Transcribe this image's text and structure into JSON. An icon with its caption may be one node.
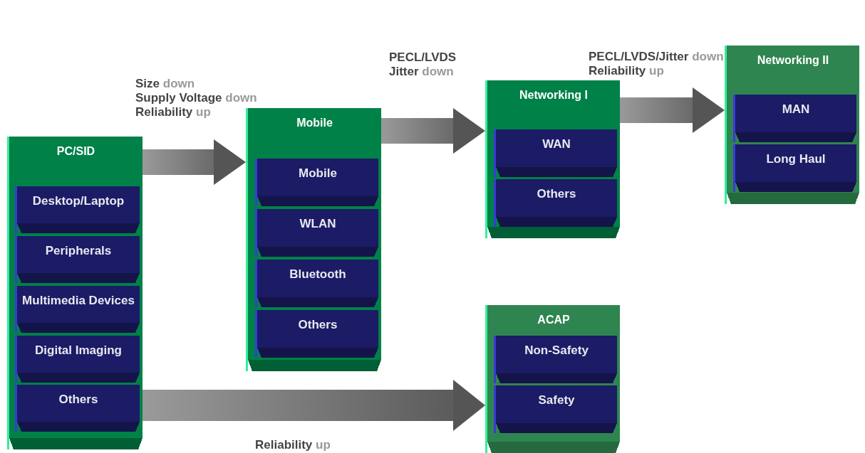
{
  "diagram": {
    "nodes": [
      {
        "text": [
          "PC/SID"
        ]
      },
      {
        "text": [
          "Desktop/Laptop"
        ],
        "in": 0
      },
      {
        "text": [
          "Peripherals"
        ],
        "in": 0
      },
      {
        "text": [
          "Multimedia Devices"
        ],
        "in": 0
      },
      {
        "text": [
          "Digital Imaging"
        ],
        "in": 0
      },
      {
        "text": [
          "Others"
        ],
        "in": 0
      },
      {
        "text": [
          "Mobile"
        ]
      },
      {
        "text": [
          "Mobile"
        ],
        "in": 6
      },
      {
        "text": [
          "WLAN"
        ],
        "in": 6
      },
      {
        "text": [
          "Bluetooth"
        ],
        "in": 6
      },
      {
        "text": [
          "Others"
        ],
        "in": 6
      },
      {
        "text": [
          "Networking I"
        ]
      },
      {
        "text": [
          "WAN"
        ],
        "in": 11
      },
      {
        "text": [
          "Others"
        ],
        "in": 11
      },
      {
        "text": [
          "Networking II"
        ]
      },
      {
        "text": [
          "MAN"
        ],
        "in": 14
      },
      {
        "text": [
          "Long Haul"
        ],
        "in": 14
      },
      {
        "text": [
          "ACAP"
        ]
      },
      {
        "text": [
          "Non-Safety"
        ],
        "in": 17
      },
      {
        "text": [
          "Safety"
        ],
        "in": 17
      }
    ],
    "edges": [
      {
        "from": 0,
        "to": 6,
        "arrow": "to",
        "label": "Size *down* Supply Voltage *down* Reliability *up*"
      },
      {
        "from": 6,
        "to": 11,
        "arrow": "to",
        "label": "PECL/LVDS Jitter *down*"
      },
      {
        "from": 11,
        "to": 14,
        "arrow": "to",
        "label": "PECL/LVDS/Jitter *down* Reliability *up*"
      },
      {
        "from": 0,
        "to": 17,
        "arrow": "to",
        "label": "Reliability *up*"
      }
    ]
  }
}
